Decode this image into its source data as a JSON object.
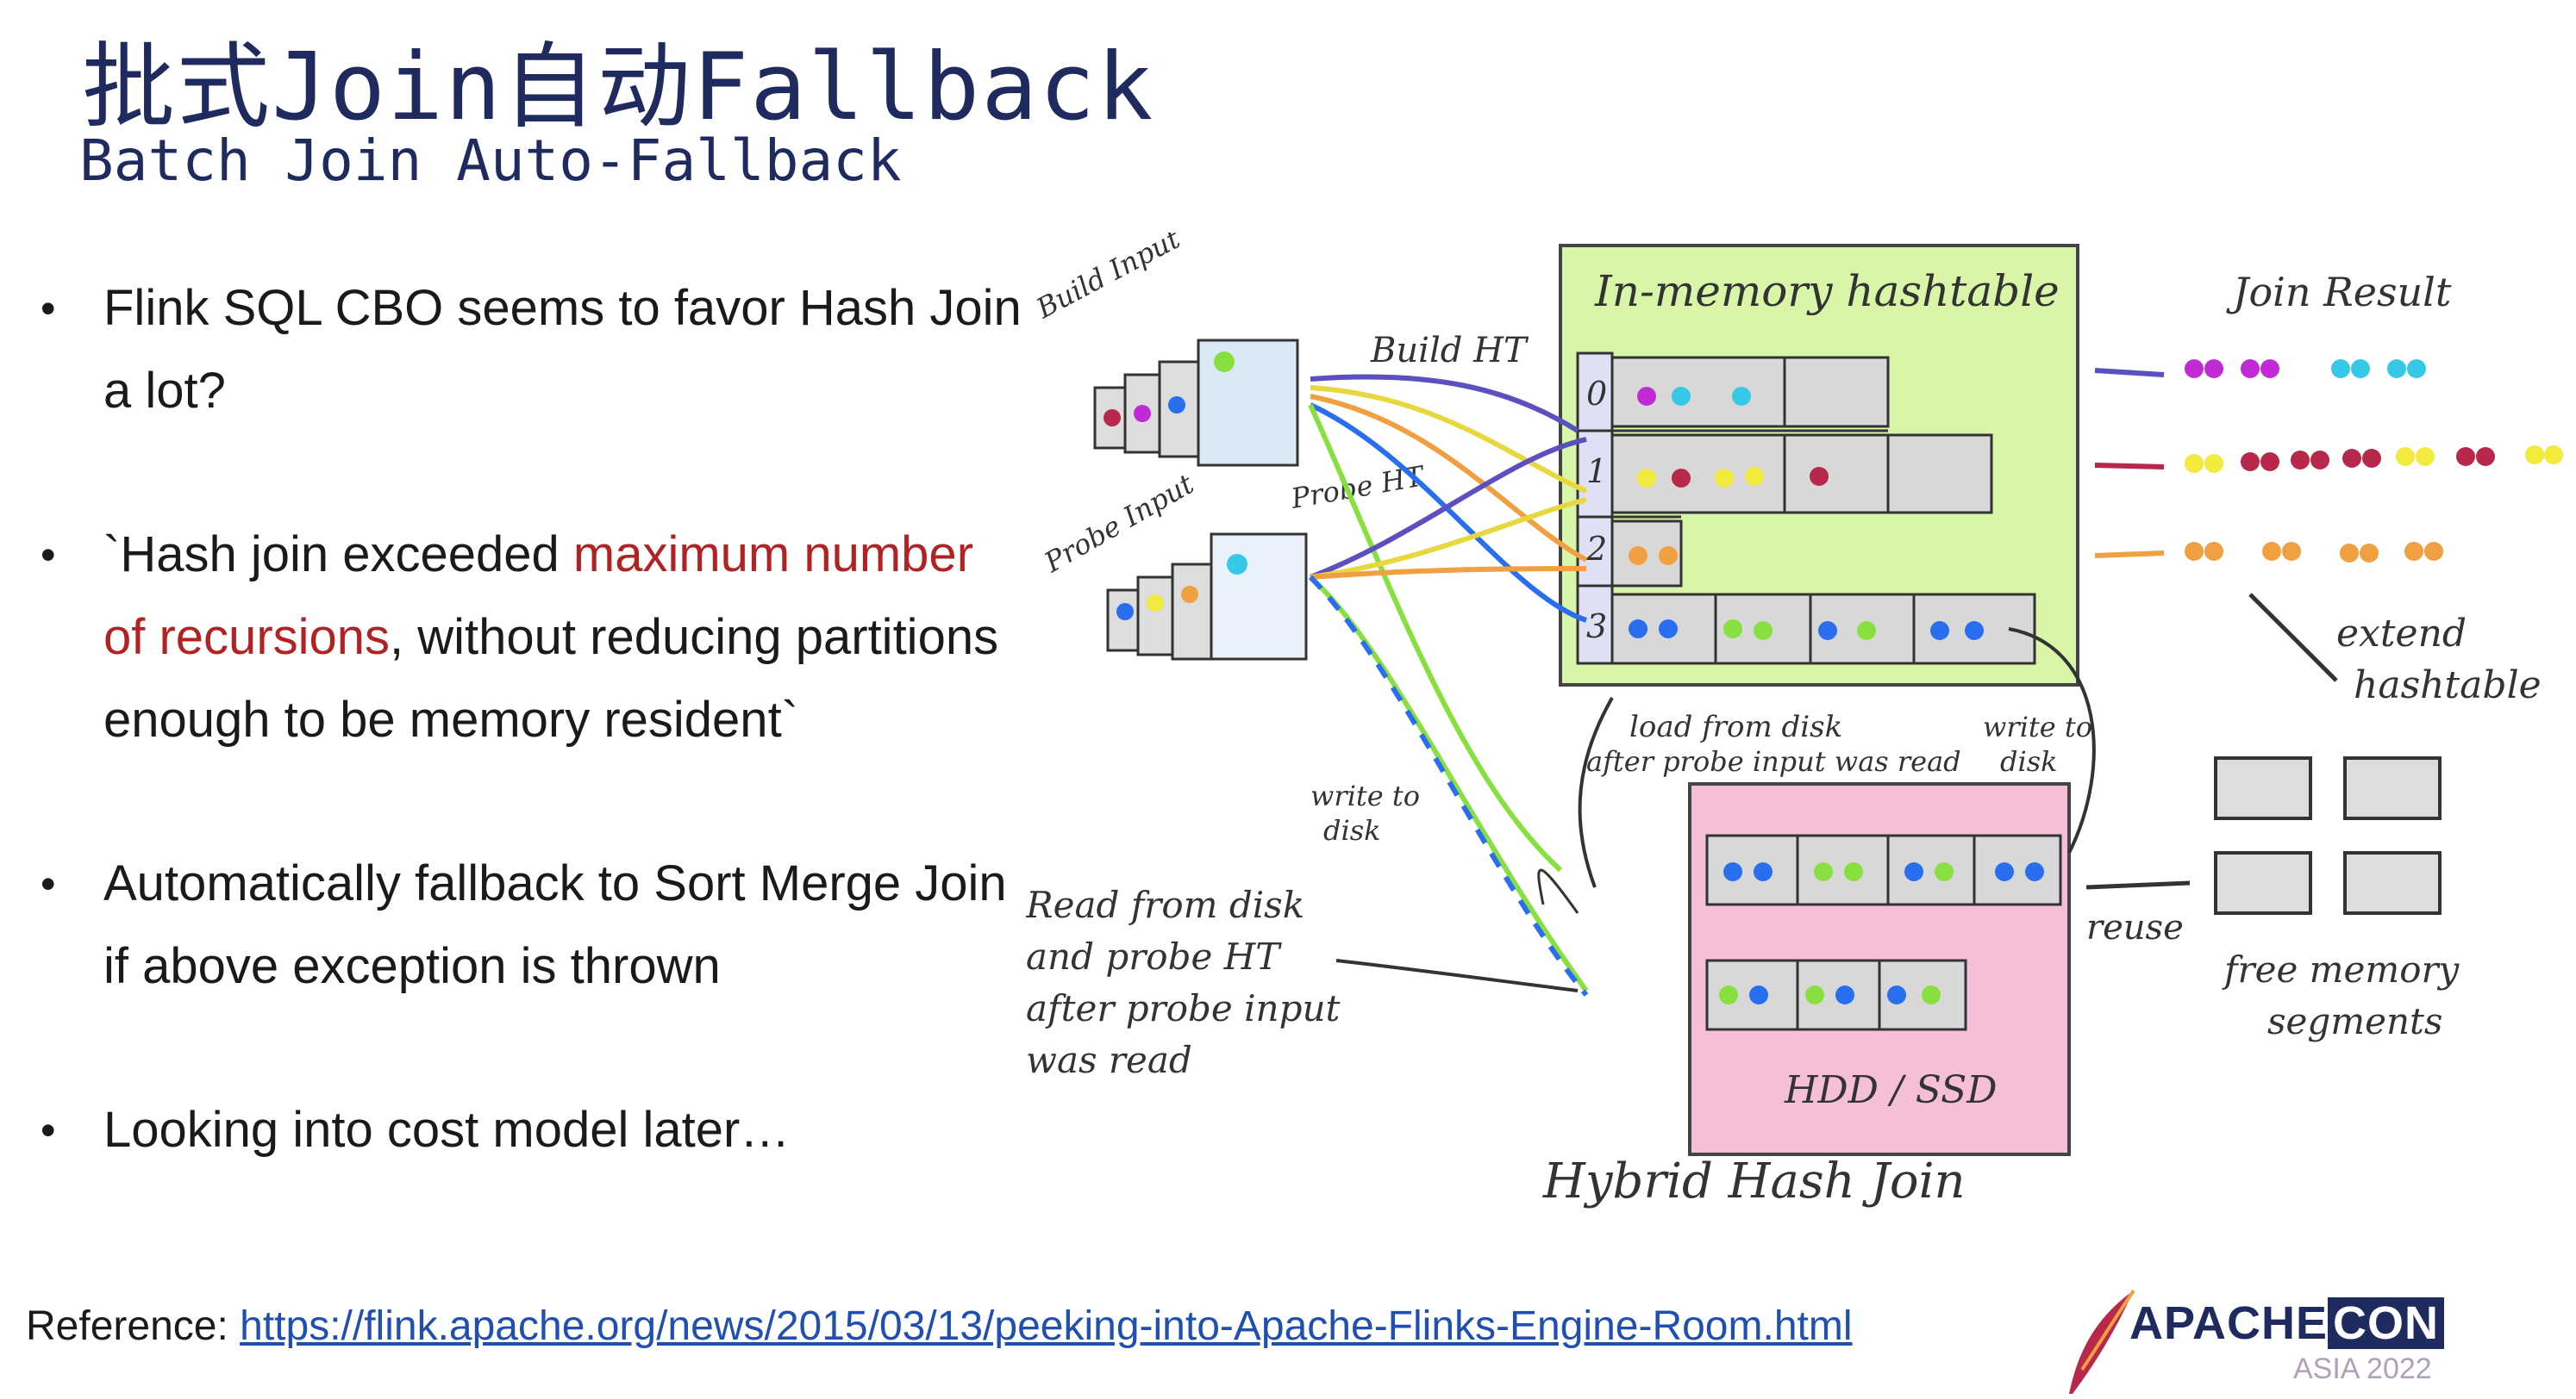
{
  "slide": {
    "title_zh": "批式Join自动Fallback",
    "title_en": "Batch Join Auto-Fallback",
    "bullets": [
      {
        "text": "Flink SQL CBO seems to favor Hash Join a lot?"
      },
      {
        "pre": "`Hash join exceeded ",
        "highlight": "maximum number of recursions",
        "post": ", without reducing partitions enough to be memory resident`"
      },
      {
        "text": "Automatically fallback to Sort Merge Join if above exception is thrown"
      },
      {
        "text": "Looking into cost model later…"
      }
    ],
    "reference_label": "Reference: ",
    "reference_url": "https://flink.apache.org/news/2015/03/13/peeking-into-Apache-Flinks-Engine-Room.html"
  },
  "diagram": {
    "build_input": "Build Input",
    "probe_input": "Probe Input",
    "build_ht": "Build HT",
    "probe_ht": "Probe HT",
    "in_memory": "In-memory hashtable",
    "join_result": "Join Result",
    "partitions": [
      "0",
      "1",
      "2",
      "3"
    ],
    "load_from_disk_1": "load from disk",
    "load_from_disk_2": "after probe input was read",
    "write_to_disk_r1": "write to",
    "write_to_disk_r2": "disk",
    "write_to_disk_l1": "write to",
    "write_to_disk_l2": "disk",
    "read_1": "Read from disk",
    "read_2": "and probe HT",
    "read_3": "after probe input",
    "read_4": "was read",
    "hdd": "HDD / SSD",
    "hybrid": "Hybrid Hash Join",
    "extend_1": "extend",
    "extend_2": "hashtable",
    "reuse": "reuse",
    "free_1": "free memory",
    "free_2": "segments",
    "colors": {
      "magenta": "#c02bd6",
      "cyan": "#37c8e8",
      "crimson": "#b8284a",
      "yellow": "#f2ea3c",
      "orange": "#f0a040",
      "blue": "#2a6ef0",
      "green": "#88e040",
      "lime": "#cff58a",
      "pink": "#f0a0c8"
    }
  },
  "logo": {
    "main": "APACHE",
    "con": "CON",
    "sub": "ASIA 2022",
    "icon": "feather-icon"
  }
}
